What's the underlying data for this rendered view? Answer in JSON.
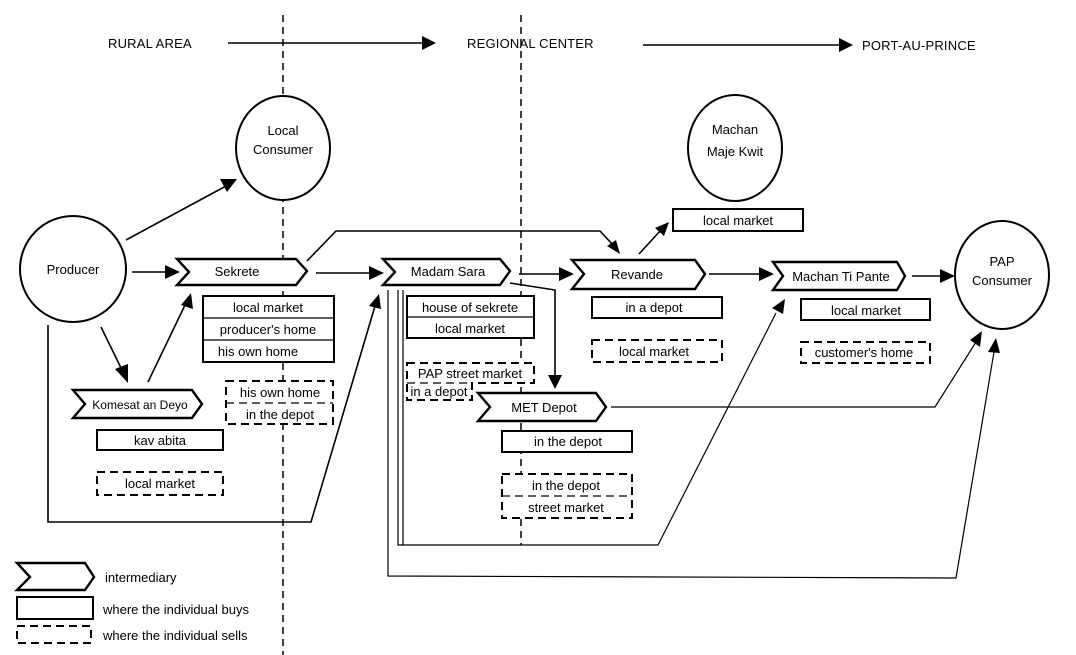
{
  "regions": [
    {
      "id": "rural",
      "label": "RURAL AREA"
    },
    {
      "id": "regional",
      "label": "REGIONAL CENTER"
    },
    {
      "id": "pap",
      "label": "PORT-AU-PRINCE"
    }
  ],
  "consumers": [
    {
      "id": "producer",
      "lines": [
        "Producer"
      ]
    },
    {
      "id": "local_consumer",
      "lines": [
        "Local",
        "Consumer"
      ]
    },
    {
      "id": "machan_maje_kwit",
      "lines": [
        "Machan",
        "Maje Kwit"
      ]
    },
    {
      "id": "pap_consumer",
      "lines": [
        "PAP",
        "Consumer"
      ]
    }
  ],
  "intermediaries": [
    {
      "id": "sekrete",
      "label": "Sekrete"
    },
    {
      "id": "komesat",
      "label": "Komesat an Deyo"
    },
    {
      "id": "madam_sara",
      "label": "Madam Sara"
    },
    {
      "id": "revande",
      "label": "Revande"
    },
    {
      "id": "met_depot",
      "label": "MET Depot"
    },
    {
      "id": "machan_ti_pante",
      "label": "Machan Ti Pante"
    }
  ],
  "locations": {
    "sekrete_buys": [
      "local market",
      "producer's home",
      "his own home"
    ],
    "sekrete_sells": [
      "his own home",
      "in the depot"
    ],
    "komesat_buys": [
      "kav abita"
    ],
    "komesat_sells": [
      "local market"
    ],
    "madam_sara_buys": [
      "house of sekrete",
      "local market"
    ],
    "madam_sara_sells": [
      "PAP street market",
      "in a depot"
    ],
    "revande_buys": [
      "in a depot"
    ],
    "revande_sells": [
      "local market"
    ],
    "maje_kwit_buys": [
      "local market"
    ],
    "met_buys": [
      "in the depot"
    ],
    "met_sells": [
      "in the depot",
      "street market"
    ],
    "ti_pante_buys": [
      "local market"
    ],
    "ti_pante_sells": [
      "customer's home"
    ]
  },
  "legend": [
    {
      "symbol": "intermediary",
      "label": "intermediary"
    },
    {
      "symbol": "solid-box",
      "label": "where the individual buys"
    },
    {
      "symbol": "dashed-box",
      "label": "where the individual sells"
    }
  ]
}
